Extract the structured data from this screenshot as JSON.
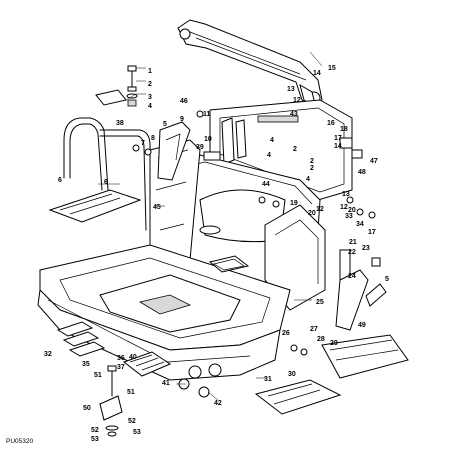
{
  "diagram": {
    "figure_id": "PU05320",
    "callouts": [
      "1",
      "2",
      "3",
      "4",
      "46",
      "5",
      "9",
      "11",
      "43",
      "38",
      "8",
      "7",
      "10",
      "39",
      "6",
      "45",
      "44",
      "4",
      "19",
      "20",
      "13",
      "12",
      "33",
      "34",
      "17",
      "18",
      "47",
      "48",
      "14",
      "15",
      "16",
      "13",
      "12",
      "4",
      "2",
      "2",
      "21",
      "22",
      "23",
      "24",
      "5",
      "25",
      "49",
      "26",
      "27",
      "28",
      "29",
      "32",
      "35",
      "36",
      "37",
      "40",
      "51",
      "41",
      "42",
      "31",
      "30",
      "50",
      "52",
      "53",
      "52",
      "53",
      "17",
      "20",
      "12",
      "14",
      "2",
      "4",
      "51",
      "6"
    ]
  }
}
